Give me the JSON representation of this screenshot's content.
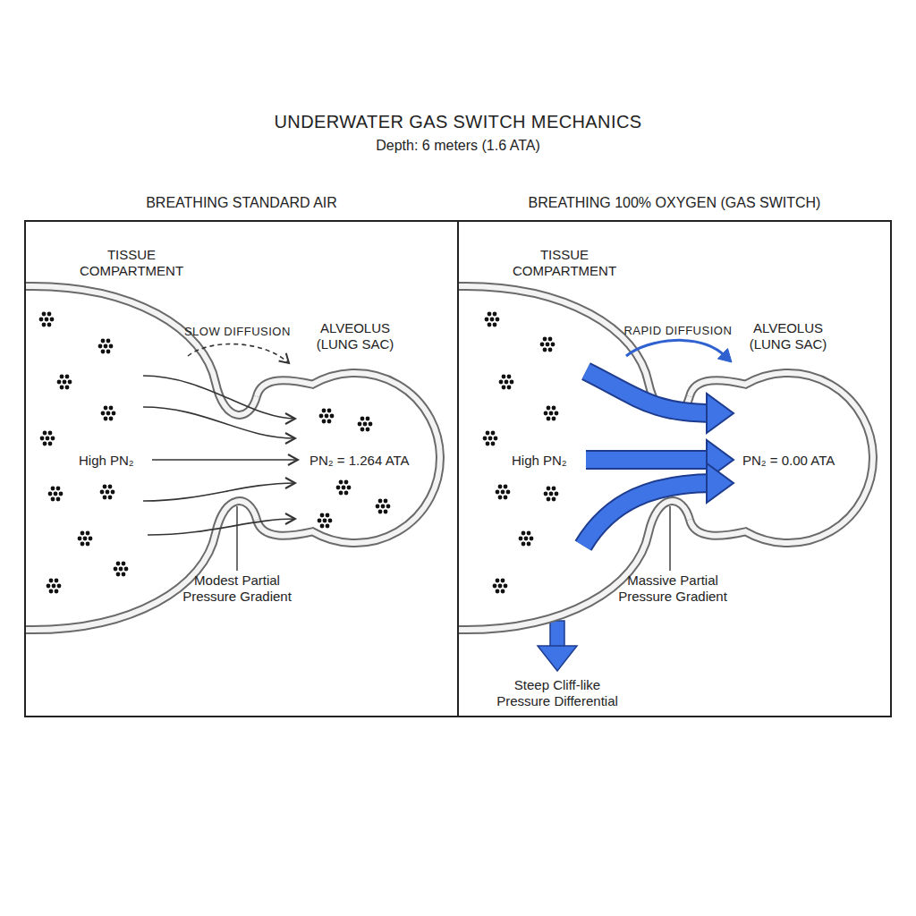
{
  "diagram": {
    "title": "UNDERWATER GAS SWITCH MECHANICS",
    "nodes": [
      {
        "text": [
          "BREATHING STANDARD AIR"
        ]
      },
      {
        "text": [
          "TISSUE COMPARTMENT",
          "High PN₂"
        ],
        "in": 0
      },
      {
        "text": [
          "ALVEOLUS (LUNG SAC)",
          "PN₂ = 1.264 ATA"
        ],
        "in": 0
      },
      {
        "text": [
          "BREATHING 100% OXYGEN (GAS SWITCH)"
        ]
      },
      {
        "text": [
          "TISSUE COMPARTMENT",
          "High PN₂"
        ],
        "in": 3
      },
      {
        "text": [
          "ALVEOLUS (LUNG SAC)",
          "PN₂ = 0.00 ATA"
        ],
        "in": 3
      }
    ],
    "edges": [
      {
        "from": 1,
        "to": 2,
        "label": "SLOW DIFFUSION",
        "arrow": "to"
      },
      {
        "from": 1,
        "to": 2,
        "arrow": "to"
      },
      {
        "from": 1,
        "to": 2,
        "arrow": "to"
      },
      {
        "from": 1,
        "to": 2,
        "arrow": "to"
      },
      {
        "from": 1,
        "to": 2,
        "arrow": "to"
      },
      {
        "from": 1,
        "to": 2,
        "arrow": "to"
      },
      {
        "from": 4,
        "to": 5,
        "label": "RAPID DIFFUSION",
        "arrow": "to"
      },
      {
        "from": 4,
        "to": 5,
        "arrow": "to"
      },
      {
        "from": 4,
        "to": 5,
        "arrow": "to"
      },
      {
        "from": 4,
        "to": 5,
        "arrow": "to"
      }
    ],
    "labels": [
      "Depth: 6 meters (1.6 ATA)",
      "Modest Partial Pressure Gradient",
      "Massive Partial Pressure Gradient",
      "Steep Cliff-like Pressure Differential"
    ]
  }
}
